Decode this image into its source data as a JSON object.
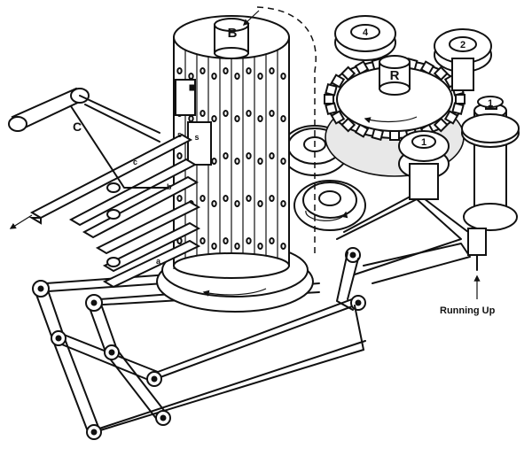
{
  "labels": {
    "drum": "B",
    "crank": "C",
    "gear_main": "R",
    "gear_4": "4",
    "gear_2": "2",
    "gear_1a": "1",
    "gear_1b": "1",
    "running_up": "Running Up",
    "bar_a": "a",
    "bar_b": "b",
    "bar_c": "c",
    "bar_s": "s",
    "bar_s2": "s"
  }
}
